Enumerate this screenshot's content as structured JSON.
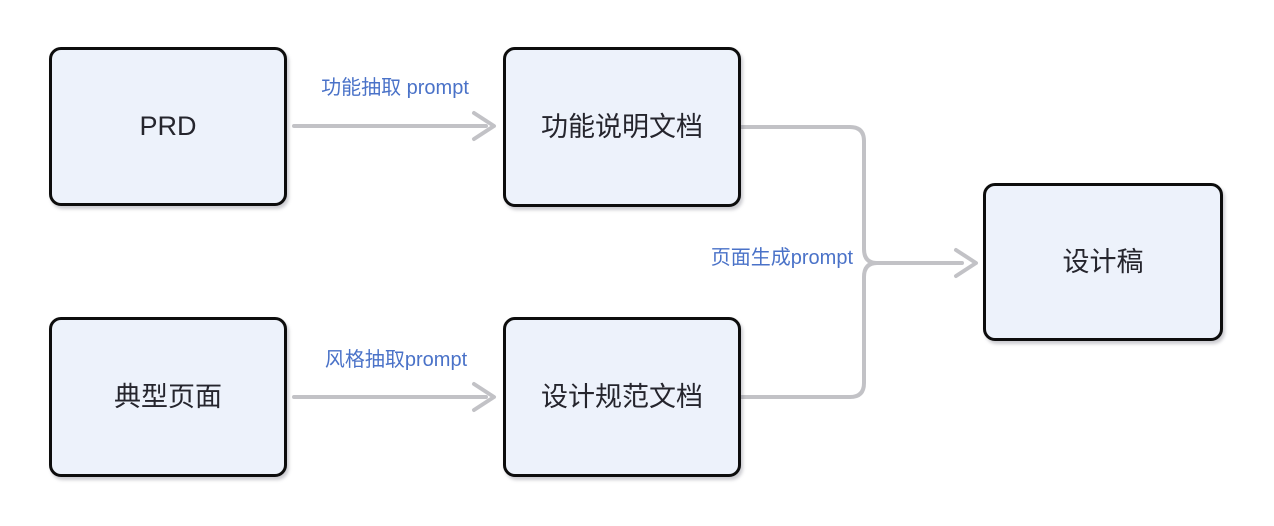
{
  "diagram": {
    "colors": {
      "node_fill": "#edf2fb",
      "node_border": "#0d0d0d",
      "node_text": "#25252d",
      "edge_line": "#c2c2c6",
      "edge_label": "#4a72c8",
      "background": "#ffffff"
    },
    "nodes": [
      {
        "id": "prd",
        "label": "PRD"
      },
      {
        "id": "feature-spec-doc",
        "label": "功能说明文档"
      },
      {
        "id": "typical-page",
        "label": "典型页面"
      },
      {
        "id": "design-spec-doc",
        "label": "设计规范文档"
      },
      {
        "id": "design-draft",
        "label": "设计稿"
      }
    ],
    "edges": [
      {
        "from": "prd",
        "to": "feature-spec-doc",
        "label": "功能抽取 prompt"
      },
      {
        "from": "typical-page",
        "to": "design-spec-doc",
        "label": "风格抽取prompt"
      },
      {
        "from": "feature-spec-doc,design-spec-doc",
        "to": "design-draft",
        "label": "页面生成prompt"
      }
    ]
  }
}
